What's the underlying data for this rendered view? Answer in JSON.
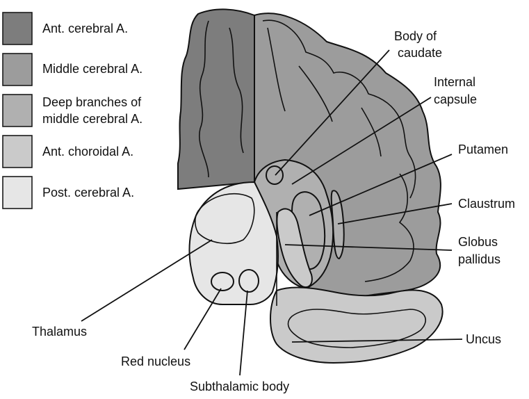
{
  "legend": [
    {
      "label": "Ant. cerebral A.",
      "color": "#7d7d7d"
    },
    {
      "label": "Middle cerebral A.",
      "color": "#9c9c9c"
    },
    {
      "label": "Deep branches of",
      "label2": "middle cerebral A.",
      "color": "#b0b0b0"
    },
    {
      "label": "Ant. choroidal A.",
      "color": "#cacaca"
    },
    {
      "label": "Post. cerebral A.",
      "color": "#e6e6e6"
    }
  ],
  "structures": {
    "body_of_caudate": {
      "line1": "Body of",
      "line2": "caudate"
    },
    "internal_capsule": {
      "line1": "Internal",
      "line2": "capsule"
    },
    "putamen": "Putamen",
    "claustrum": "Claustrum",
    "globus_pallidus": {
      "line1": "Globus",
      "line2": "pallidus"
    },
    "uncus": "Uncus",
    "thalamus": "Thalamus",
    "red_nucleus": "Red nucleus",
    "subthalamic_body": "Subthalamic body"
  }
}
